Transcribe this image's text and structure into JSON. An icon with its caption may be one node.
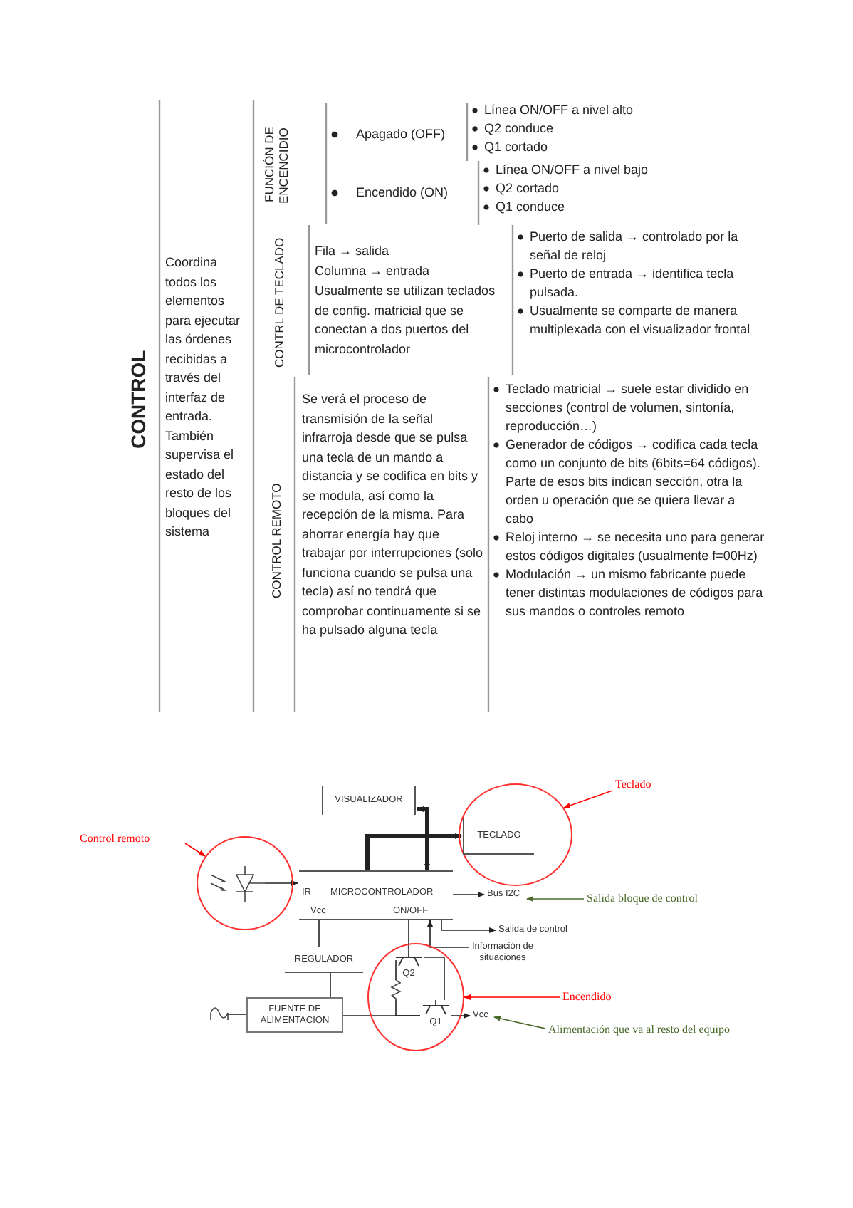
{
  "diagram": {
    "nodes": [
      {
        "text": [
          "VISUALIZADOR"
        ]
      },
      {
        "text": [
          "TECLADO"
        ],
        "in": 13
      },
      {
        "text": [
          "IR",
          "MICROCONTROLADOR",
          "Vcc",
          "ON/OFF"
        ]
      },
      {
        "text": [
          "REGULADOR"
        ]
      },
      {
        "text": [
          "FUENTE DE ALIMENTACION"
        ]
      },
      {
        "text": [
          "Q2"
        ],
        "in": 14
      },
      {
        "text": [
          "Q1"
        ],
        "in": 14
      },
      {
        "text": [],
        "shape": "diode",
        "in": 12
      },
      {
        "text": [
          "Bus I2C"
        ]
      },
      {
        "text": [
          "Salida de control"
        ]
      },
      {
        "text": [
          "Información de situaciones"
        ]
      },
      {
        "text": [
          "Vcc"
        ]
      },
      {
        "text": [],
        "shape": "circle"
      },
      {
        "text": [],
        "shape": "circle"
      },
      {
        "text": [],
        "shape": "circle"
      },
      {
        "text": [
          "Control remoto"
        ]
      },
      {
        "text": [
          "Teclado"
        ]
      },
      {
        "text": [
          "Encendido"
        ]
      },
      {
        "text": [
          "Salida bloque de control"
        ]
      },
      {
        "text": [
          "Alimentación que va al resto del equipo"
        ]
      },
      {
        "text": [],
        "shape": "source"
      },
      {
        "text": [],
        "shape": "resistor",
        "in": 14
      }
    ],
    "edges": [
      {
        "from": 2,
        "to": 0,
        "arrow": "both",
        "style": "thick"
      },
      {
        "from": 2,
        "to": 1,
        "arrow": "both",
        "style": "thick"
      },
      {
        "from": 7,
        "to": 2,
        "arrow": "to"
      },
      {
        "from": 2,
        "to": 8,
        "arrow": "to"
      },
      {
        "from": 2,
        "to": 9,
        "arrow": "to"
      },
      {
        "from": 10,
        "to": 2,
        "arrow": "to"
      },
      {
        "from": 2,
        "to": 3,
        "arrow": "none"
      },
      {
        "from": 3,
        "to": 4,
        "arrow": "none"
      },
      {
        "from": 20,
        "to": 4,
        "arrow": "none"
      },
      {
        "from": 2,
        "to": 5,
        "arrow": "none"
      },
      {
        "from": 5,
        "to": 6,
        "arrow": "none"
      },
      {
        "from": 4,
        "to": 6,
        "arrow": "none"
      },
      {
        "from": 6,
        "to": 11,
        "arrow": "to"
      },
      {
        "from": 15,
        "to": 12,
        "arrow": "to",
        "color": "#ff0000"
      },
      {
        "from": 16,
        "to": 13,
        "arrow": "to",
        "color": "#ff0000"
      },
      {
        "from": 17,
        "to": 14,
        "arrow": "to",
        "color": "#ff0000"
      },
      {
        "from": 18,
        "to": 8,
        "arrow": "to",
        "color": "#4a6b2a"
      },
      {
        "from": 19,
        "to": 11,
        "arrow": "to",
        "color": "#4a6b2a"
      },
      {
        "from": 5,
        "to": 21,
        "arrow": "none"
      },
      {
        "from": 21,
        "to": 6,
        "arrow": "none"
      }
    ],
    "labels": [
      "CONTROL",
      "Coordina todos los elementos para ejecutar las órdenes recibidas a través del interfaz de entrada. También supervisa el estado del resto de los bloques del sistema",
      "FUNCIÓN DE ENCENCIDIO",
      "Apagado (OFF)",
      "Línea ON/OFF a nivel alto",
      "Q2 conduce",
      "Q1 cortado",
      "Encendido (ON)",
      "Línea ON/OFF a nivel bajo",
      "Q2 cortado",
      "Q1 conduce",
      "CONTRL DE TECLADO",
      "Fila → salida",
      "Columna → entrada",
      "Usualmente se utilizan teclados de config. matricial que se conectan a dos puertos del microcontrolador",
      "Puerto de salida → controlado por la señal de reloj",
      "Puerto de entrada → identifica tecla pulsada.",
      "Usualmente se comparte de manera multiplexada con el visualizador frontal",
      "CONTROL REMOTO",
      "Se verá el proceso de transmisión de la señal infrarroja desde que se pulsa una tecla de un mando a distancia y se codifica en bits y se modula, así como la recepción de la misma. Para ahorrar energía hay que trabajar por interrupciones (solo funciona cuando se pulsa una tecla) así no tendrá que comprobar continuamente si se ha pulsado alguna tecla",
      "Teclado matricial → suele estar dividido en secciones (control de volumen, sintonía, reproducción…)",
      "Generador de códigos → codifica cada tecla como un conjunto de bits (6bits=64 códigos). Parte de esos bits indican sección, otra la orden u operación que se quiera llevar a cabo",
      "Reloj interno → se necesita uno para generar estos códigos digitales (usualmente f=00Hz)",
      "Modulación → un mismo fabricante puede tener distintas modulaciones de códigos para sus mandos o controles remoto"
    ]
  }
}
